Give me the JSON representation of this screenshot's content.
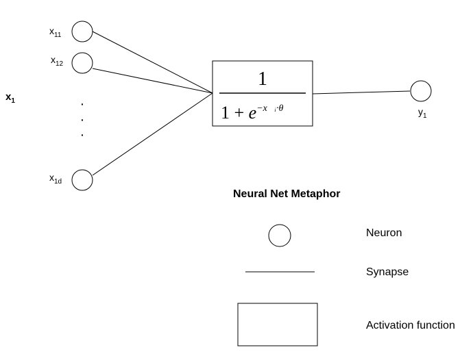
{
  "diagram": {
    "group_label": {
      "main": "x",
      "sub": "1"
    },
    "inputs": [
      {
        "main": "x",
        "sub": "11"
      },
      {
        "main": "x",
        "sub": "12"
      },
      {
        "main": "x",
        "sub": "1d"
      }
    ],
    "ellipsis": "·",
    "activation_formula": {
      "numerator": "1",
      "denominator_prefix": "1 +",
      "base": "e",
      "exponent": "−x⃗ᵢ·θ⃗"
    },
    "output": {
      "main": "y",
      "sub": "1"
    }
  },
  "legend": {
    "title": "Neural Net Metaphor",
    "items": [
      {
        "symbol": "neuron",
        "label": "Neuron"
      },
      {
        "symbol": "synapse",
        "label": "Synapse"
      },
      {
        "symbol": "activation",
        "label": "Activation function"
      }
    ]
  },
  "colors": {
    "stroke": "#000000",
    "background": "#ffffff"
  }
}
